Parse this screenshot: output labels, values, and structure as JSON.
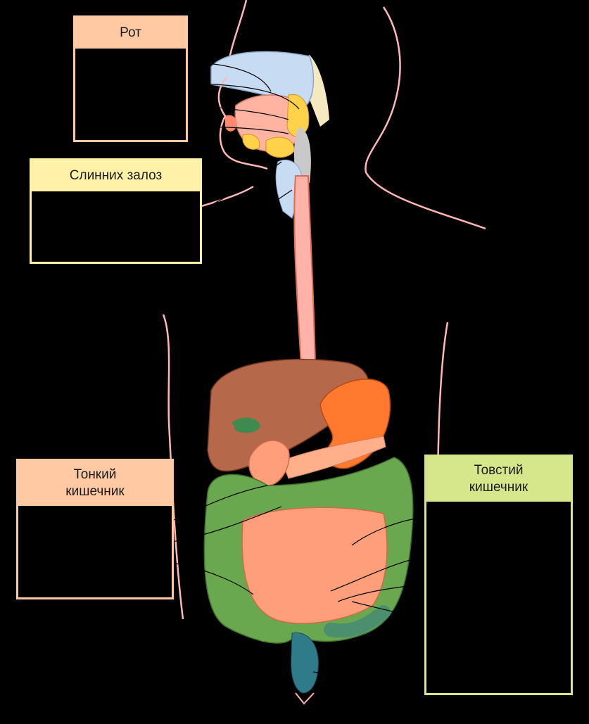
{
  "labels": {
    "mouth": "Рот",
    "salivary_glands": "Слинних залоз",
    "small_intestine": "Тонкий\nкишечник",
    "large_intestine": "Товстий\nкишечник"
  },
  "colors": {
    "background": "#000000",
    "body_outline": "#ffb6b6",
    "mouth_box": "#ffc9a3",
    "salivary_box": "#fff2a8",
    "small_intestine_box": "#ffc9a3",
    "large_intestine_box": "#d5e78a",
    "esophagus": "#ffb3a8",
    "liver": "#b5684a",
    "stomach": "#ff7a2e",
    "gallbladder": "#3f8a4f",
    "pancreas": "#ffb08a",
    "small_intestine": "#ff9e7a",
    "colon": "#6aa84f",
    "rectum": "#2f7b8a",
    "tongue": "#ffb3a0",
    "oral_cavity": "#c7dcf2"
  }
}
